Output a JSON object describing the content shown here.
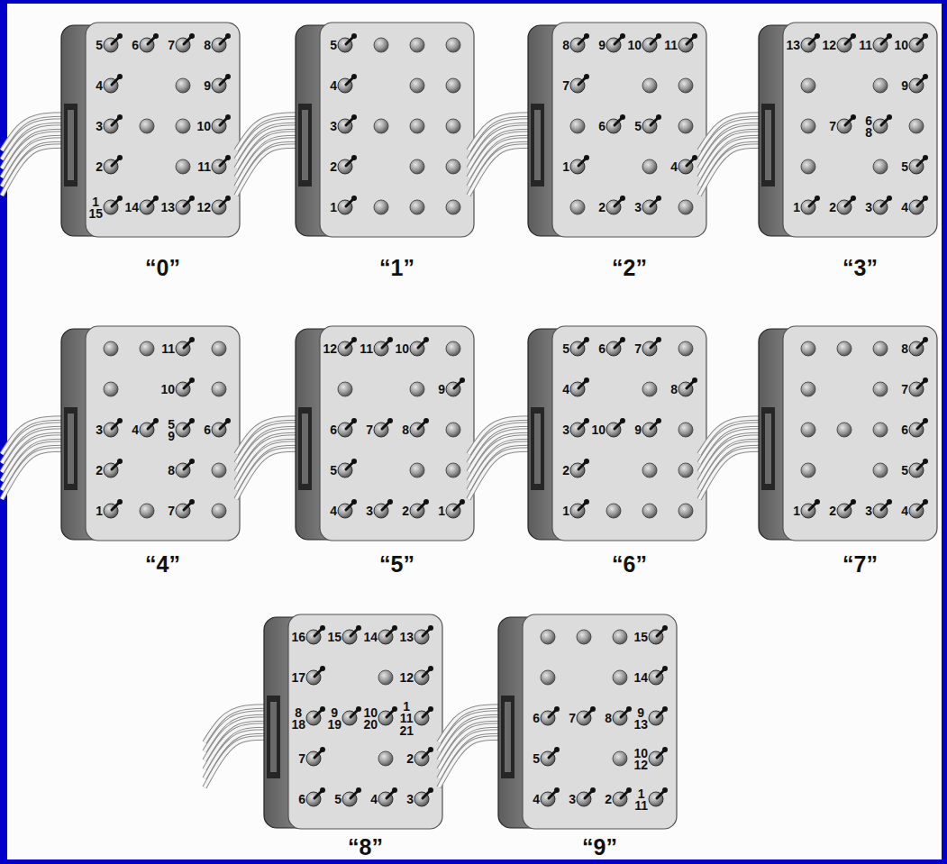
{
  "diagram": {
    "nodes": [
      {
        "text": [
          "5",
          "6",
          "7",
          "8",
          "4",
          "9",
          "3",
          "10",
          "2",
          "11",
          "1 15",
          "14",
          "13",
          "12",
          "“0”"
        ]
      },
      {
        "text": [
          "5",
          "4",
          "3",
          "2",
          "1",
          "“1”"
        ]
      },
      {
        "text": [
          "8",
          "9",
          "10",
          "11",
          "7",
          "6",
          "5",
          "1",
          "4",
          "2",
          "3",
          "“2”"
        ]
      },
      {
        "text": [
          "13",
          "12",
          "11",
          "10",
          "9",
          "7",
          "6 8",
          "5",
          "1",
          "2",
          "3",
          "4",
          "“3”"
        ]
      },
      {
        "text": [
          "11",
          "10",
          "3",
          "4",
          "5 9",
          "6",
          "2",
          "8",
          "1",
          "7",
          "“4”"
        ]
      },
      {
        "text": [
          "12",
          "11",
          "10",
          "9",
          "6",
          "7",
          "8",
          "5",
          "4",
          "3",
          "2",
          "1",
          "“5”"
        ]
      },
      {
        "text": [
          "5",
          "6",
          "7",
          "4",
          "8",
          "3",
          "10",
          "9",
          "2",
          "1",
          "“6”"
        ]
      },
      {
        "text": [
          "8",
          "7",
          "6",
          "5",
          "1",
          "2",
          "3",
          "4",
          "“7”"
        ]
      },
      {
        "text": [
          "16",
          "15",
          "14",
          "13",
          "17",
          "12",
          "8 18",
          "9 19",
          "10 20",
          "1 11 21",
          "7",
          "2",
          "6",
          "5",
          "4",
          "3",
          "“8”"
        ]
      },
      {
        "text": [
          "15",
          "14",
          "6",
          "7",
          "8",
          "9 13",
          "5",
          "10 12",
          "4",
          "3",
          "2",
          "1 11",
          "“9”"
        ]
      }
    ]
  }
}
